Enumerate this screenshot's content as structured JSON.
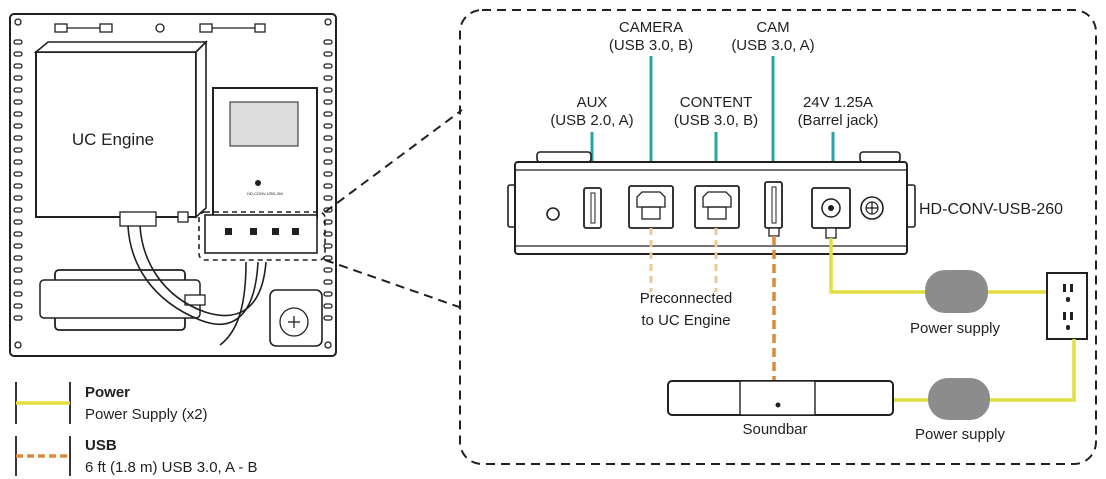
{
  "enclosure": {
    "uc_engine_label": "UC Engine",
    "converter_small_label": "HD-CONV-USB-260"
  },
  "ports": {
    "aux": {
      "line1": "AUX",
      "line2": "(USB 2.0, A)"
    },
    "camera": {
      "line1": "CAMERA",
      "line2": "(USB 3.0, B)"
    },
    "content": {
      "line1": "CONTENT",
      "line2": "(USB 3.0, B)"
    },
    "cam": {
      "line1": "CAM",
      "line2": "(USB 3.0, A)"
    },
    "power": {
      "line1": "24V 1.25A",
      "line2": "(Barrel jack)"
    }
  },
  "device_label": "HD-CONV-USB-260",
  "preconnected": {
    "line1": "Preconnected",
    "line2": "to UC Engine"
  },
  "power_supply_1": "Power supply",
  "power_supply_2": "Power supply",
  "soundbar_label": "Soundbar",
  "legend": {
    "power": {
      "title": "Power",
      "desc": "Power Supply (x2)"
    },
    "usb": {
      "title": "USB",
      "desc": "6 ft (1.8 m) USB 3.0, A - B"
    }
  },
  "colors": {
    "power_cable": "#e2de3f",
    "usb_cable": "#d98c3c",
    "usb_preconnected": "#f2c594",
    "port_lead": "#2aa3a7",
    "outline": "#231f20",
    "power_brick": "#8c8c8c"
  }
}
